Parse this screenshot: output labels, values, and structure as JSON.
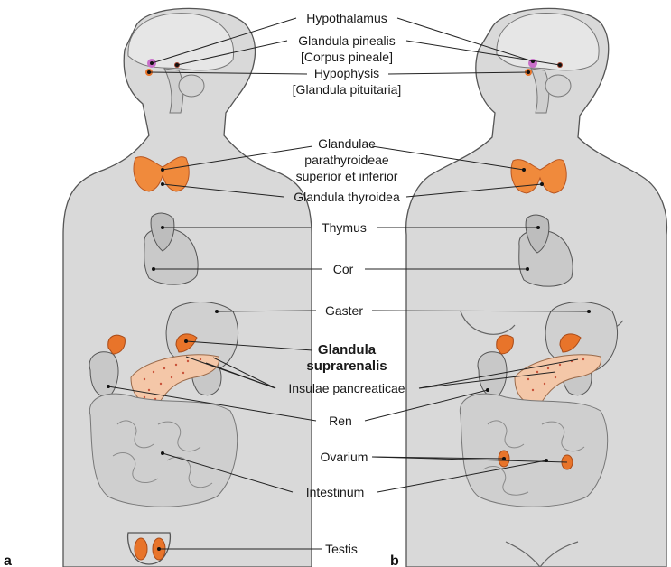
{
  "labels": {
    "hypothalamus": "Hypothalamus",
    "pinealis_1": "Glandula pinealis",
    "pinealis_2": "[Corpus pineale]",
    "hypophysis_1": "Hypophysis",
    "hypophysis_2": "[Glandula pituitaria]",
    "parathyroid_1": "Glandulae",
    "parathyroid_2": "parathyroideae",
    "parathyroid_3": "superior et inferior",
    "thyroidea": "Glandula thyroidea",
    "thymus": "Thymus",
    "cor": "Cor",
    "gaster": "Gaster",
    "suprarenalis_1": "Glandula",
    "suprarenalis_2": "suprarenalis",
    "pancreaticae": "Insulae pancreaticae",
    "ren": "Ren",
    "ovarium": "Ovarium",
    "intestinum": "Intestinum",
    "testis": "Testis"
  },
  "panels": {
    "left": "a",
    "right": "b"
  },
  "colors": {
    "body": "#d9d9d9",
    "organ_gray": "#c6c6c6",
    "gland": "#e8742a",
    "gland_light": "#f5a25a",
    "pancreas": "#f4c7a8",
    "hypothalamus": "#c86fc9"
  }
}
